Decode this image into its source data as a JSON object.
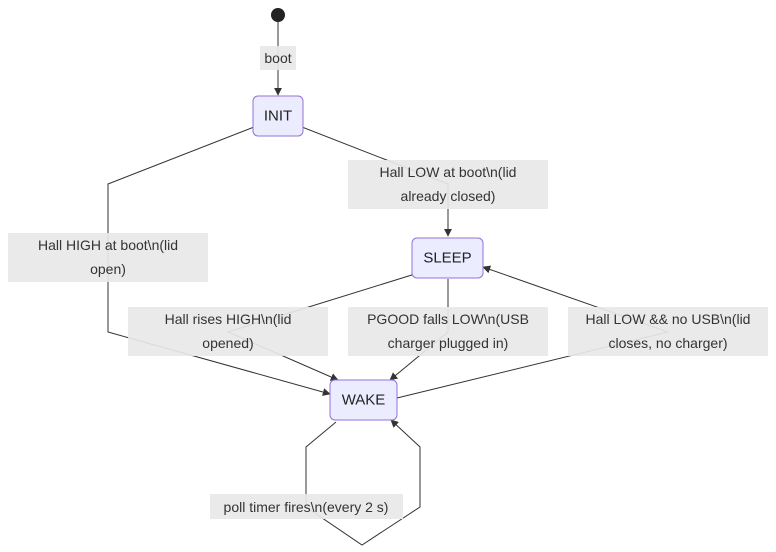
{
  "diagram": {
    "states": {
      "init": "INIT",
      "sleep": "SLEEP",
      "wake": "WAKE"
    },
    "transitions": {
      "boot": "boot",
      "init_to_sleep": [
        "Hall LOW at boot\\n(lid",
        "already closed)"
      ],
      "init_to_wake": [
        "Hall HIGH at boot\\n(lid",
        "open)"
      ],
      "sleep_to_wake_hall": [
        "Hall rises HIGH\\n(lid",
        "opened)"
      ],
      "sleep_to_wake_pgood": [
        "PGOOD falls LOW\\n(USB",
        "charger plugged in)"
      ],
      "wake_to_sleep": [
        "Hall LOW && no USB\\n(lid",
        "closes, no charger)"
      ],
      "wake_self": [
        "poll timer fires\\n(every 2 s)"
      ]
    },
    "colors": {
      "state_fill": "#ececff",
      "state_border": "#9370db",
      "edge": "#333333",
      "label_bg": "#e8e8e8"
    }
  }
}
